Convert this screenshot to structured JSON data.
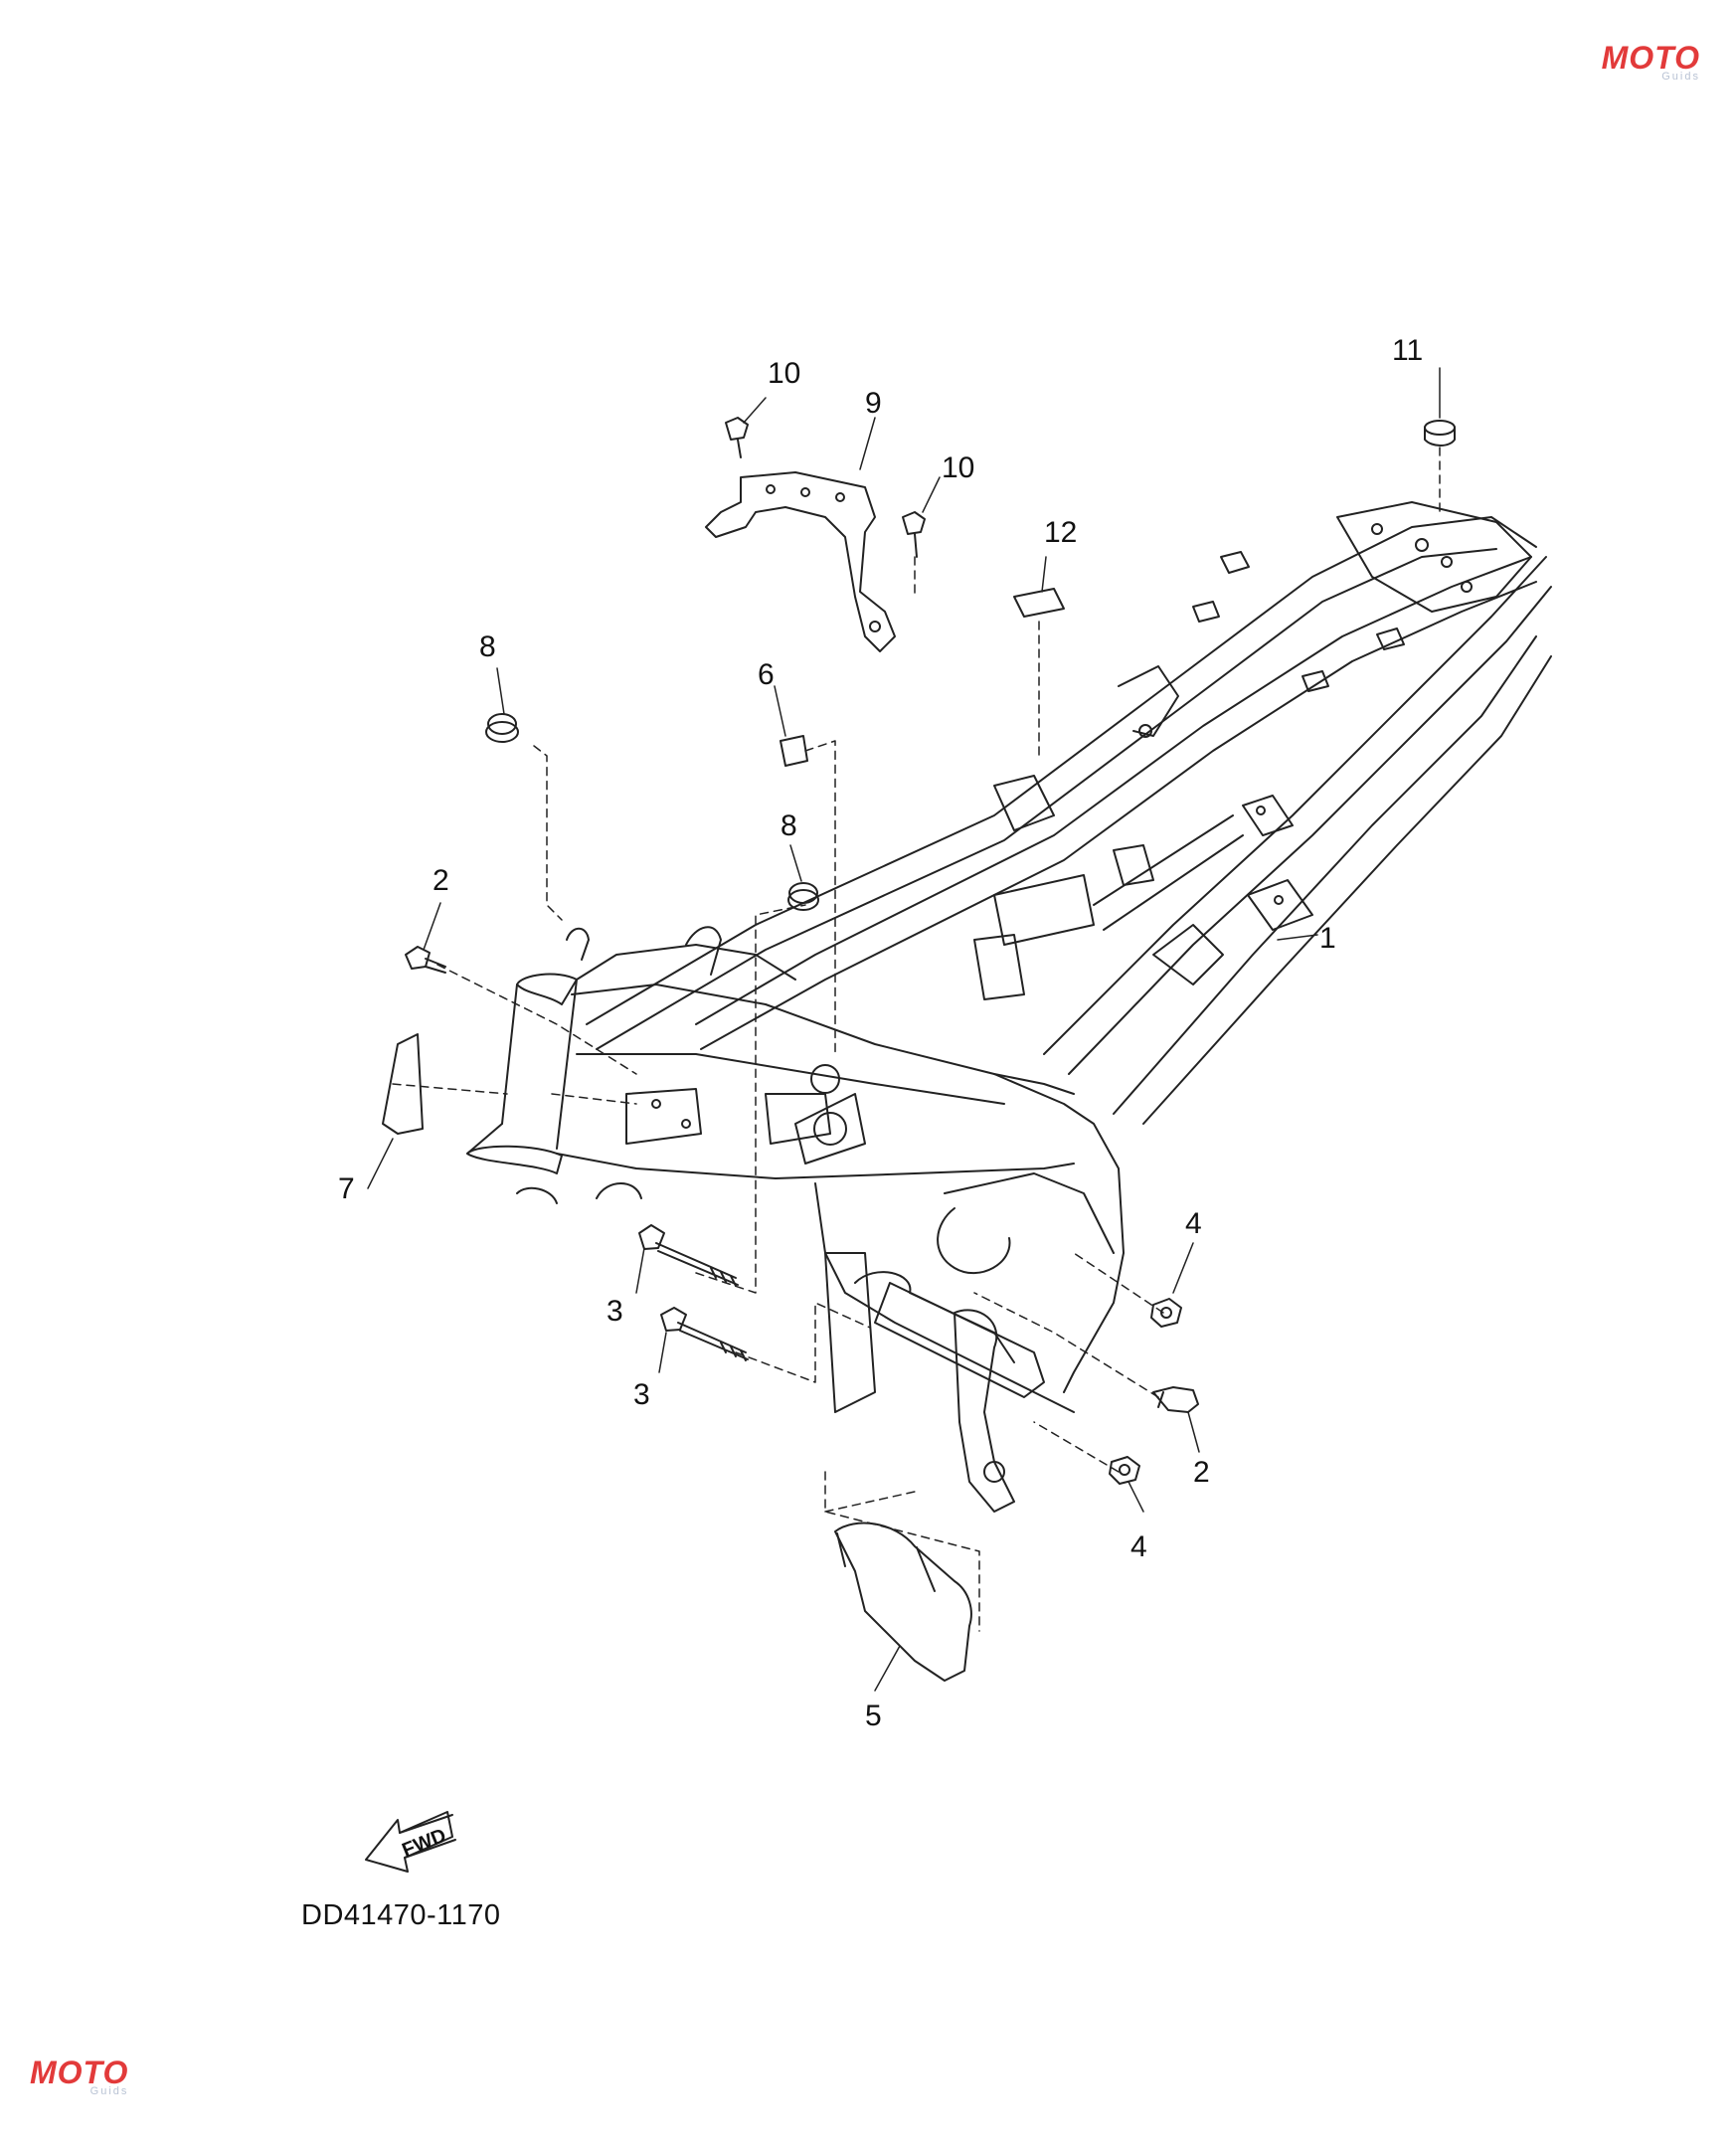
{
  "diagram": {
    "code": "DD41470-1170",
    "fwd_label": "FWD",
    "callouts": [
      {
        "id": "c1",
        "text": "1"
      },
      {
        "id": "c2a",
        "text": "2"
      },
      {
        "id": "c2b",
        "text": "2"
      },
      {
        "id": "c3a",
        "text": "3"
      },
      {
        "id": "c3b",
        "text": "3"
      },
      {
        "id": "c4a",
        "text": "4"
      },
      {
        "id": "c4b",
        "text": "4"
      },
      {
        "id": "c5",
        "text": "5"
      },
      {
        "id": "c6",
        "text": "6"
      },
      {
        "id": "c7",
        "text": "7"
      },
      {
        "id": "c8a",
        "text": "8"
      },
      {
        "id": "c8b",
        "text": "8"
      },
      {
        "id": "c9",
        "text": "9"
      },
      {
        "id": "c10a",
        "text": "10"
      },
      {
        "id": "c10b",
        "text": "10"
      },
      {
        "id": "c11",
        "text": "11"
      },
      {
        "id": "c12",
        "text": "12"
      }
    ]
  },
  "watermark": {
    "brand": "MOTO",
    "sub": "Guids",
    "color": "#e23a3a"
  }
}
